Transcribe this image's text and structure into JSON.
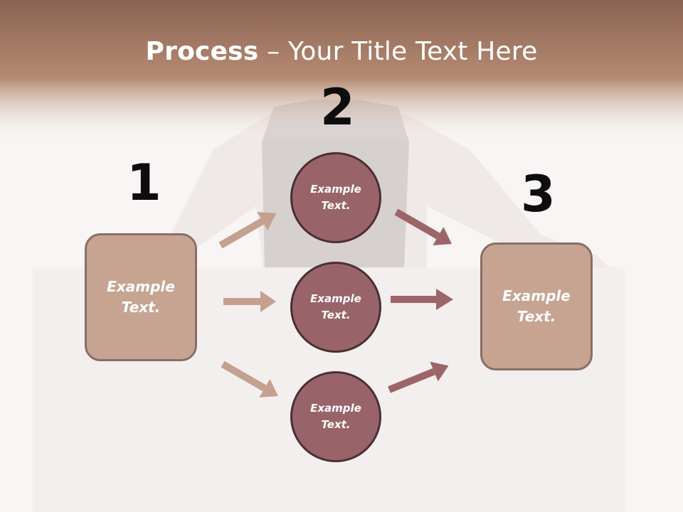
{
  "title": {
    "bold": "Process",
    "rest": " – Your Title Text Here"
  },
  "steps": [
    {
      "number": "1",
      "text": "Example\nText."
    },
    {
      "number": "2",
      "text": "Example\nText."
    },
    {
      "number": "3",
      "text": "Example\nText."
    }
  ],
  "circles": [
    {
      "text": "Example\nText."
    },
    {
      "text": "Example\nText."
    },
    {
      "text": "Example\nText."
    }
  ],
  "colors": {
    "header": "#a47a65",
    "box_fill": "#c6a491",
    "circle_fill": "#98646a",
    "arrow_light": "#c4a08e",
    "arrow_dark": "#9c6568"
  }
}
